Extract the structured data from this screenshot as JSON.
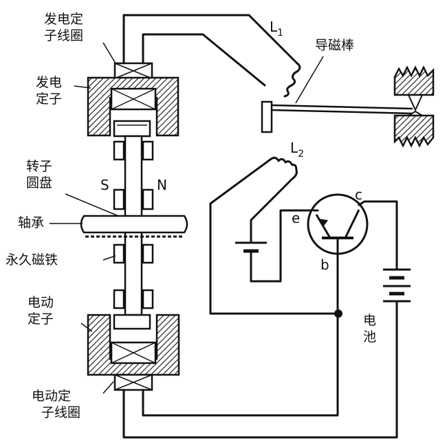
{
  "labels": {
    "gen_coil_1": "发电定",
    "gen_coil_2": "子线圈",
    "gen_stator_1": "发电",
    "gen_stator_2": "定子",
    "rotor_1": "转子",
    "rotor_2": "圆盘",
    "pole_s": "S",
    "pole_n": "N",
    "bearing": "轴承",
    "magnet": "永久磁铁",
    "motor_stator_1": "电动",
    "motor_stator_2": "定子",
    "motor_coil_1": "电动定",
    "motor_coil_2": "子线圈",
    "coil_l1": "L",
    "coil_l1_sub": "1",
    "coil_l2": "L",
    "coil_l2_sub": "2",
    "rod": "导磁棒",
    "emitter": "e",
    "collector": "c",
    "base": "b",
    "battery_1": "电",
    "battery_2": "池"
  },
  "colors": {
    "ink": "#111111",
    "paper": "#ffffff"
  }
}
